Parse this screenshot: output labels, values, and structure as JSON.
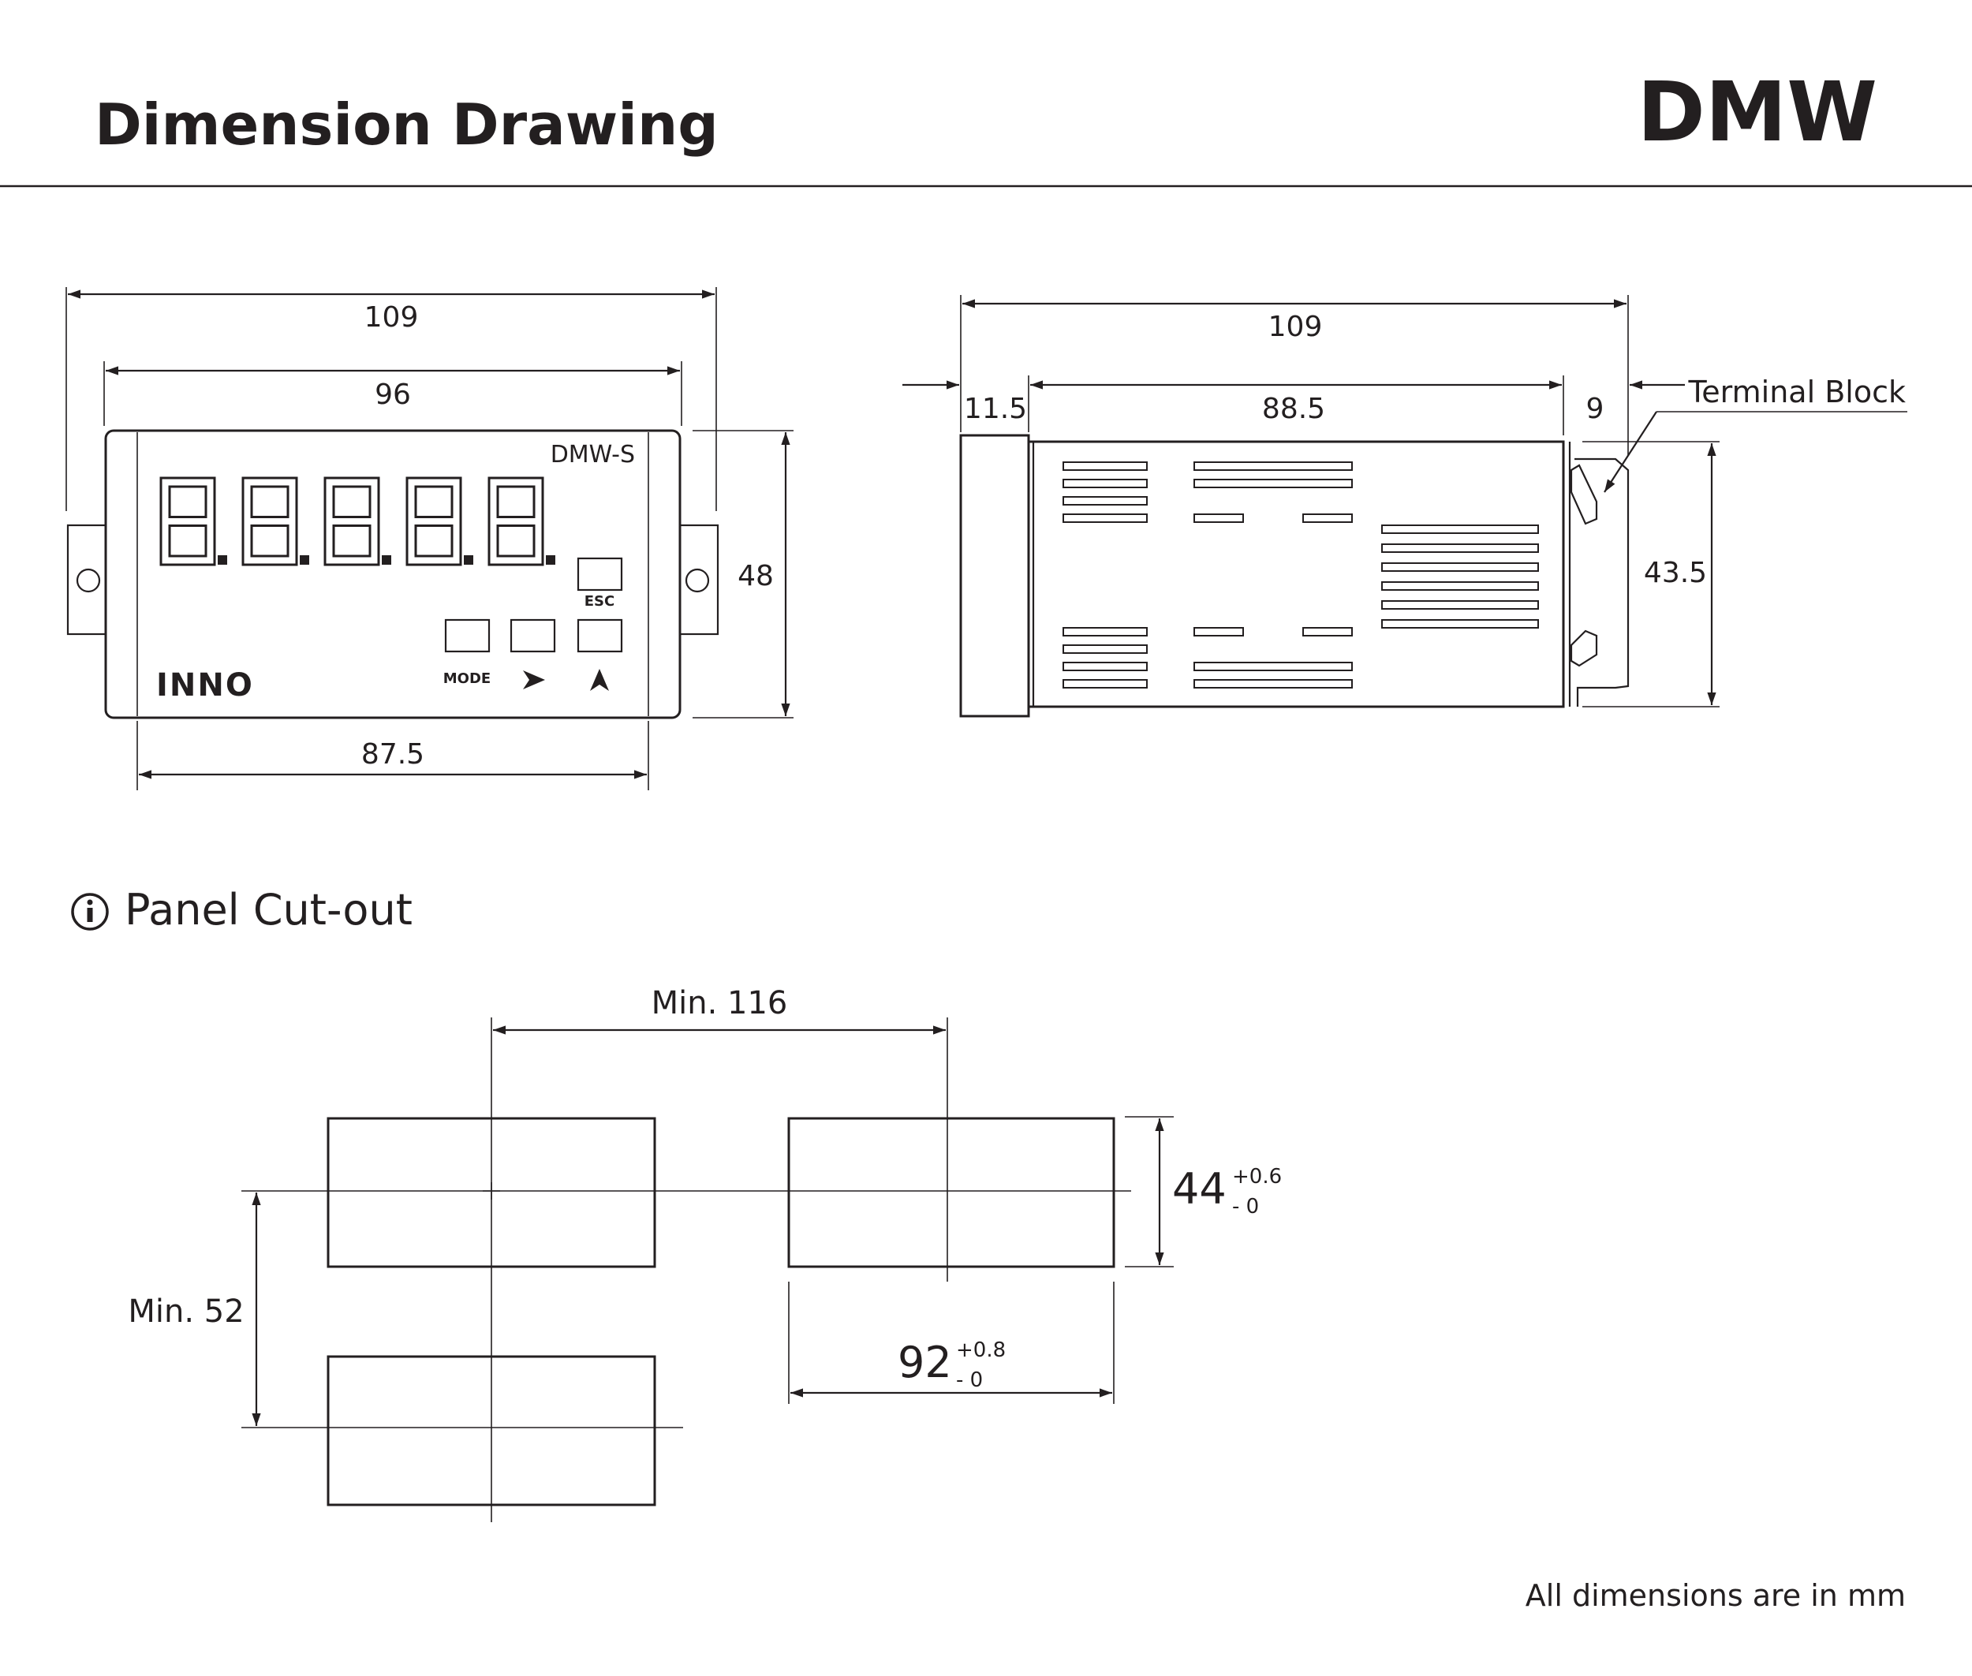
{
  "header": {
    "title": "Dimension Drawing",
    "model": "DMW"
  },
  "front_view": {
    "model_label": "DMW-S",
    "display_digits": "8.8.8.8.8.",
    "esc_label": "ESC",
    "mode_label": "MODE",
    "brand": "INNO",
    "dim_total_width": "109",
    "dim_body_width": "96",
    "dim_bottom_width": "87.5",
    "dim_height": "48"
  },
  "side_view": {
    "dim_total_length": "109",
    "dim_front": "11.5",
    "dim_body": "88.5",
    "dim_terminal": "9",
    "dim_height": "43.5",
    "terminal_label": "Terminal Block"
  },
  "cutout": {
    "section_title": "Panel Cut-out",
    "min_horizontal": "Min. 116",
    "min_vertical": "Min. 52",
    "height_nominal": "44",
    "height_tol_plus": "+0.6",
    "height_tol_minus": "- 0",
    "width_nominal": "92",
    "width_tol_plus": "+0.8",
    "width_tol_minus": "- 0"
  },
  "footer": {
    "note": "All dimensions are in mm"
  }
}
